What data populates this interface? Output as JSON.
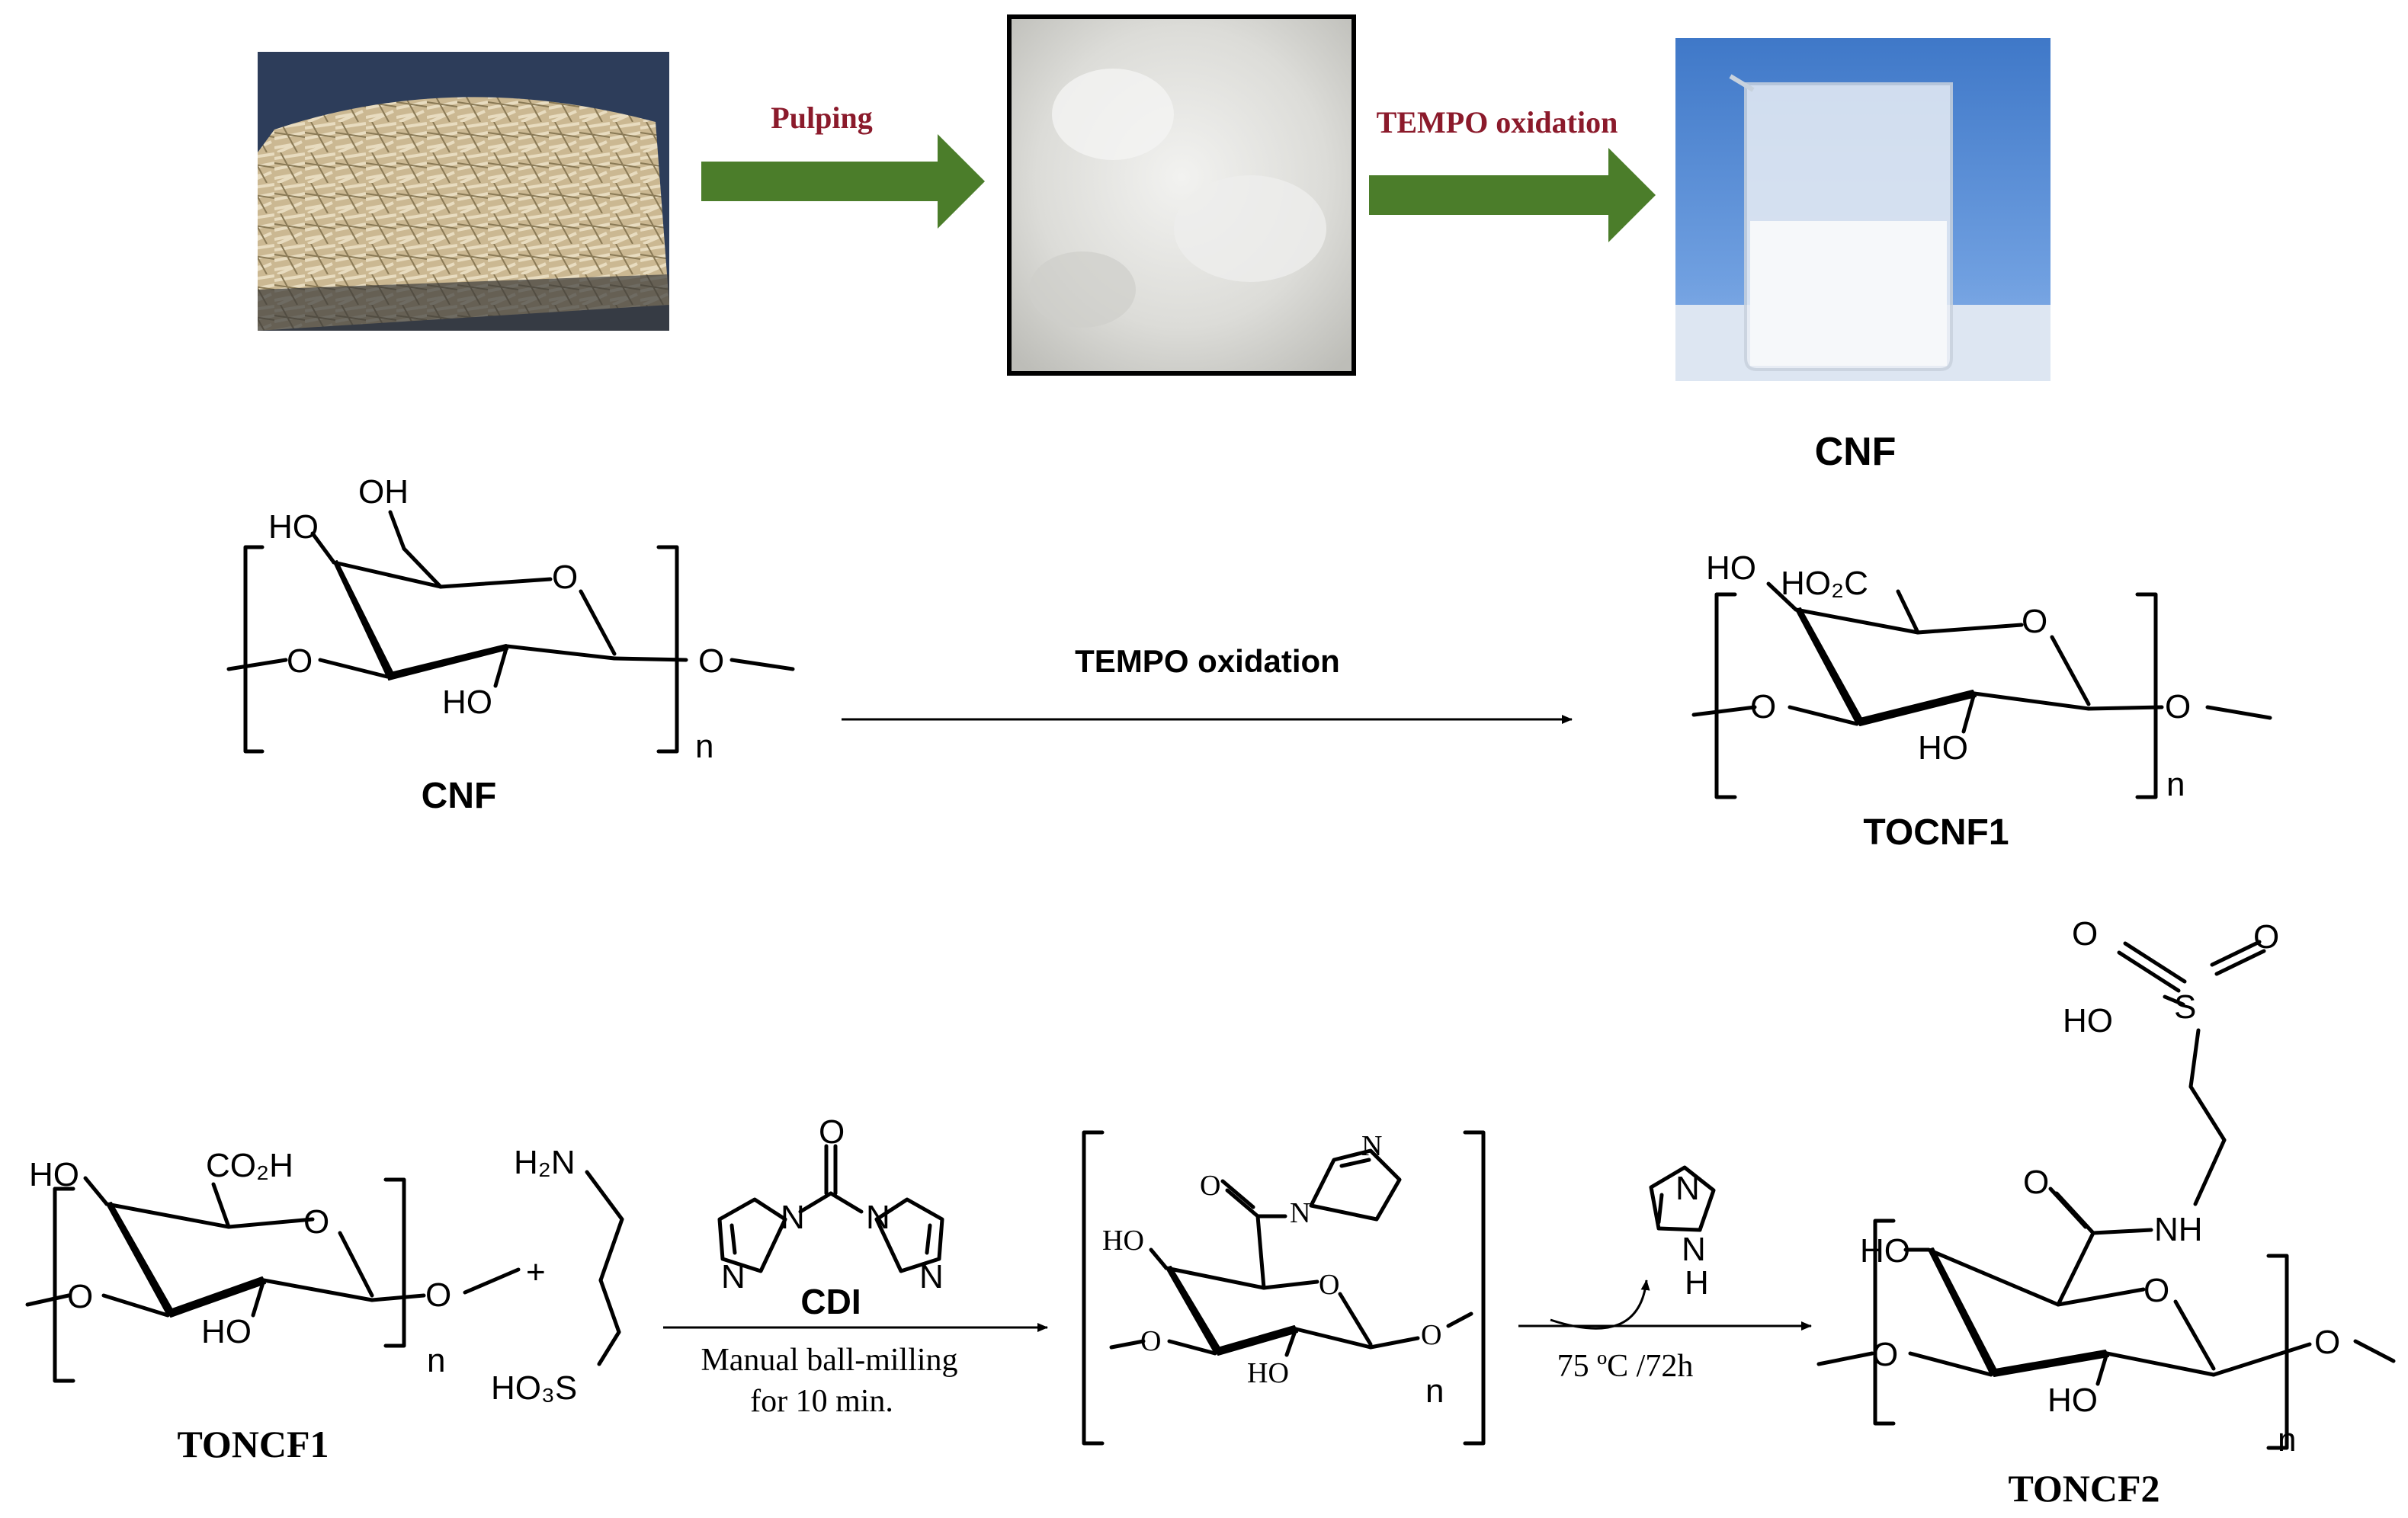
{
  "process": {
    "step1_label": "Pulping",
    "step2_label": "TEMPO oxidation",
    "product_label": "CNF"
  },
  "reaction1": {
    "reactant_label": "CNF",
    "arrow_label": "TEMPO oxidation",
    "product_label": "TOCNF1"
  },
  "reaction2": {
    "reactant_label": "TONCF1",
    "reagent_label": "CDI",
    "conditions_line1": "Manual ball-milling",
    "conditions_line2": "for 10 min.",
    "conditions2": "75 ºC /72h",
    "product_label": "TONCF2"
  },
  "atoms": {
    "OH": "OH",
    "HO": "HO",
    "O": "O",
    "n": "n",
    "plus": "+",
    "H2N": "H₂N",
    "HO3S": "HO₃S",
    "CO2H": "CO₂H",
    "HO2C": "HO₂C",
    "N": "N",
    "NH": "NH",
    "H": "H",
    "S": "S"
  }
}
